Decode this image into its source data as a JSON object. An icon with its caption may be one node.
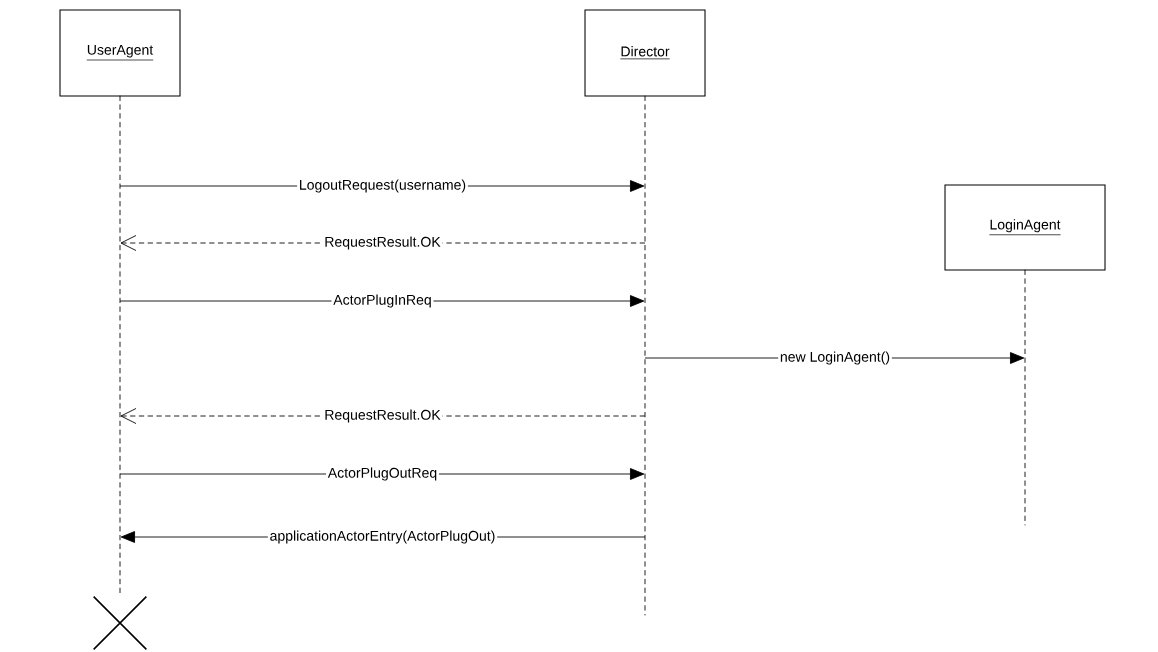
{
  "diagram": {
    "nodes": [
      {
        "text": [
          "UserAgent"
        ]
      },
      {
        "text": [
          "Director"
        ]
      },
      {
        "text": [
          "LoginAgent"
        ]
      },
      {
        "text": [],
        "shape": "line"
      },
      {
        "text": [],
        "shape": "line"
      },
      {
        "text": [],
        "shape": "line"
      },
      {
        "text": [],
        "shape": "cross"
      }
    ],
    "edges": [
      {
        "from": 3,
        "to": 4,
        "arrow": "to",
        "label": "LogoutRequest(username)"
      },
      {
        "from": 4,
        "to": 3,
        "arrow": "to",
        "label": "RequestResult.OK",
        "style": "dashed"
      },
      {
        "from": 3,
        "to": 4,
        "arrow": "to",
        "label": "ActorPlugInReq"
      },
      {
        "from": 4,
        "to": 5,
        "arrow": "to",
        "label": "new LoginAgent()"
      },
      {
        "from": 4,
        "to": 3,
        "arrow": "to",
        "label": "RequestResult.OK",
        "style": "dashed"
      },
      {
        "from": 3,
        "to": 4,
        "arrow": "to",
        "label": "ActorPlugOutReq"
      },
      {
        "from": 4,
        "to": 3,
        "arrow": "to",
        "label": "applicationActorEntry(ActorPlugOut)"
      }
    ]
  }
}
